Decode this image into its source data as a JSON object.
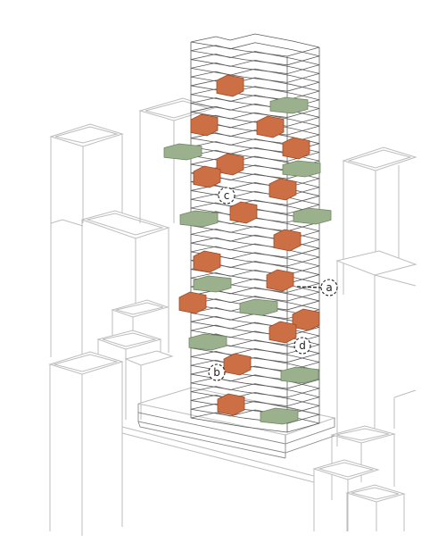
{
  "diagram": {
    "colors": {
      "background": "#ffffff",
      "context_lines": "#bdbdbd",
      "tower_lines": "#5c5c5c",
      "orange_module": "#cd6f45",
      "orange_stroke": "#9c4a26",
      "green_module": "#9bb08c",
      "green_stroke": "#6f8762"
    },
    "callouts": [
      {
        "id": "a",
        "label": "a"
      },
      {
        "id": "b",
        "label": "b"
      },
      {
        "id": "c",
        "label": "c"
      },
      {
        "id": "d",
        "label": "d"
      }
    ],
    "legend": []
  }
}
